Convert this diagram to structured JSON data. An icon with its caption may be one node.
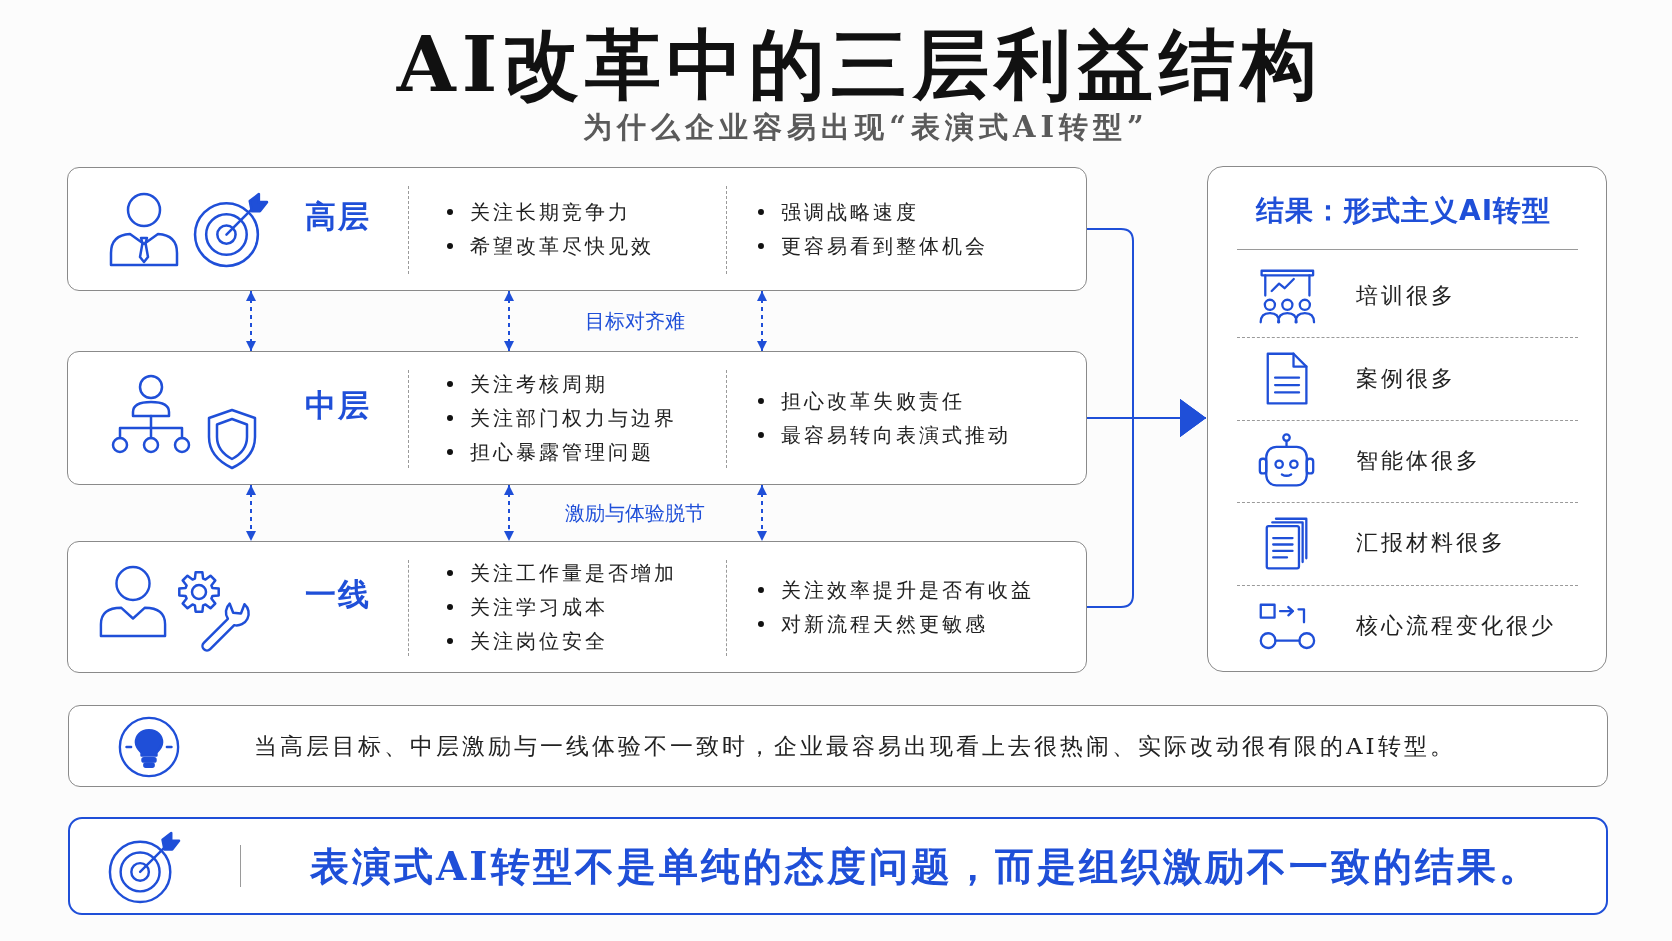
{
  "diagram": {
    "title": "AI改革中的三层利益结构",
    "nodes": [
      {
        "text": [
          "高层",
          "关注长期竞争力",
          "希望改革尽快见效",
          "强调战略速度",
          "更容易看到整体机会"
        ]
      },
      {
        "text": [
          "中层",
          "关注考核周期",
          "关注部门权力与边界",
          "担心暴露管理问题",
          "担心改革失败责任",
          "最容易转向表演式推动"
        ]
      },
      {
        "text": [
          "一线",
          "关注工作量是否增加",
          "关注学习成本",
          "关注岗位安全",
          "关注效率提升是否有收益",
          "对新流程天然更敏感"
        ]
      },
      {
        "text": [
          "结果：形式主义AI转型",
          "培训很多",
          "案例很多",
          "智能体很多",
          "汇报材料很多",
          "核心流程变化很少"
        ]
      },
      {
        "text": [
          "当高层目标、中层激励与一线体验不一致时，企业最容易出现看上去很热闹、实际改动很有限的AI转型。"
        ]
      },
      {
        "text": [
          "表演式AI转型不是单纯的态度问题，而是组织激励不一致的结果。"
        ]
      }
    ],
    "edges": [
      {
        "from": 0,
        "to": 1,
        "arrow": "both",
        "style": "dashed"
      },
      {
        "from": 0,
        "to": 1,
        "arrow": "both",
        "style": "dashed",
        "label": "目标对齐难"
      },
      {
        "from": 0,
        "to": 1,
        "arrow": "both",
        "style": "dashed"
      },
      {
        "from": 1,
        "to": 2,
        "arrow": "both",
        "style": "dashed"
      },
      {
        "from": 1,
        "to": 2,
        "arrow": "both",
        "style": "dashed",
        "label": "激励与体验脱节"
      },
      {
        "from": 1,
        "to": 2,
        "arrow": "both",
        "style": "dashed"
      },
      {
        "from": 0,
        "to": 3,
        "arrow": "to"
      },
      {
        "from": 1,
        "to": 3,
        "arrow": "to"
      },
      {
        "from": 2,
        "to": 3,
        "arrow": "to"
      }
    ],
    "labels": [
      "为什么企业容易出现“表演式AI转型”"
    ]
  }
}
